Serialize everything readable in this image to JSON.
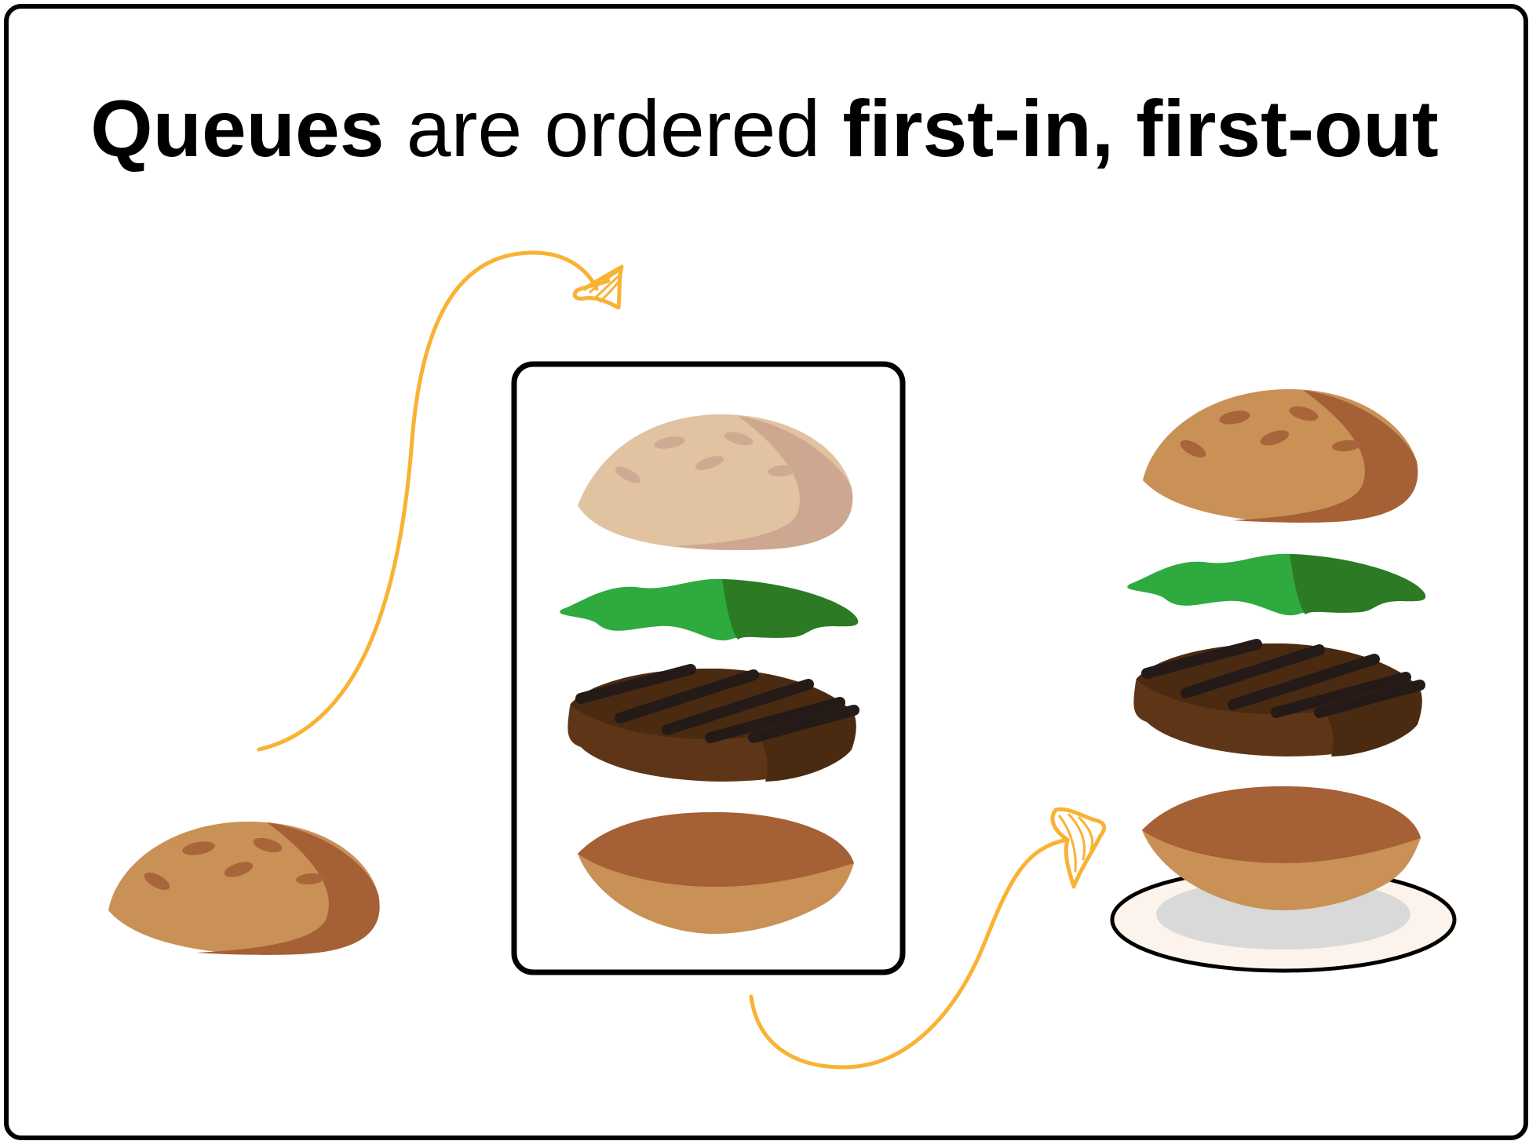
{
  "title": {
    "part1": "Queues",
    "part2": " are ordered ",
    "part3": "first-in, first-out"
  },
  "colors": {
    "arrow": "#F9B233",
    "bun_light": "#C99156",
    "bun_dark": "#A56035",
    "seed": "#A8653A",
    "lettuce_light": "#2EAA3E",
    "lettuce_dark": "#2C7A24",
    "patty_dark": "#5E3617",
    "patty_shadow": "#4A2A10",
    "patty_stripe": "#241A18",
    "plate": "#FCF4EC",
    "plate_inner": "#D9D9D9",
    "queue_box_border": "#000000"
  },
  "icons": {
    "incoming": "top-bun-icon",
    "queue_items": [
      "top-bun-icon",
      "lettuce-icon",
      "patty-icon",
      "bottom-bun-icon"
    ],
    "output_stack": [
      "top-bun-icon",
      "lettuce-icon",
      "patty-icon",
      "bottom-bun-icon",
      "plate-icon"
    ],
    "arrows": [
      "enqueue-arrow-icon",
      "dequeue-arrow-icon"
    ]
  }
}
